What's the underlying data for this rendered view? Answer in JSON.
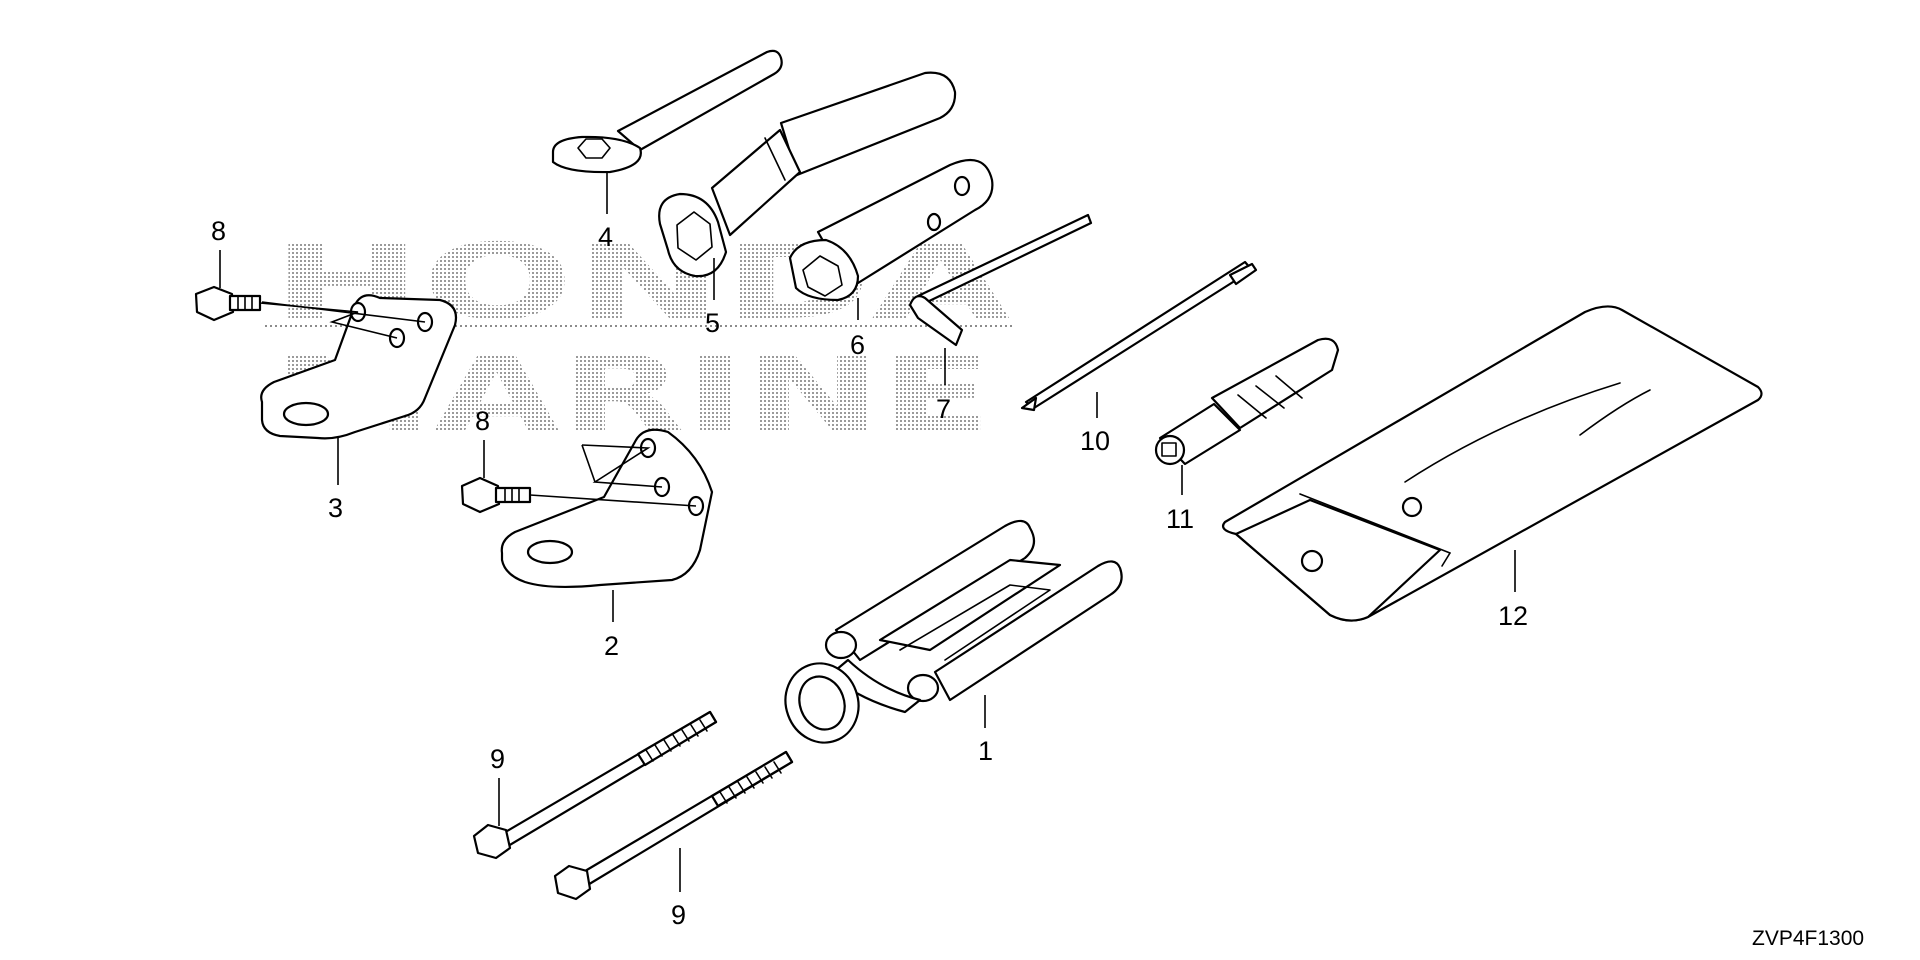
{
  "watermark": {
    "line1": "HONDA",
    "line2": "MARINE"
  },
  "callouts": [
    "1",
    "2",
    "3",
    "4",
    "5",
    "6",
    "7",
    "8",
    "8",
    "9",
    "9",
    "10",
    "11",
    "12"
  ],
  "diagram_code": "ZVP4F1300"
}
